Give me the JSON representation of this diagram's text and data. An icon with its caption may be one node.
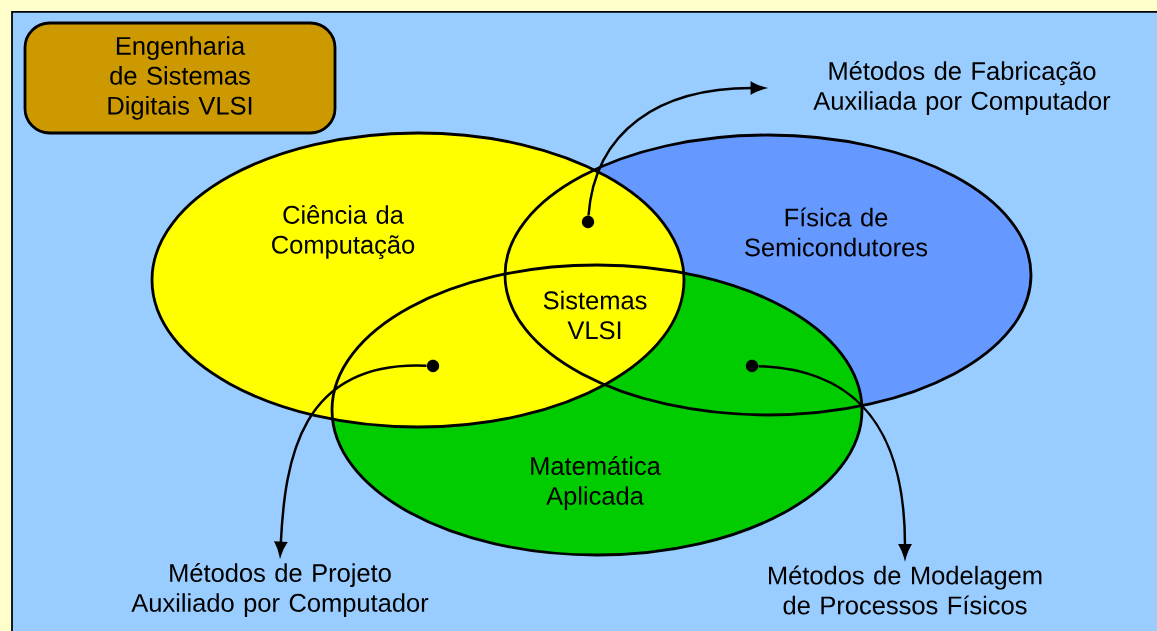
{
  "diagram": {
    "nodes": [
      {
        "text": [
          "Engenharia de Sistemas Digitais VLSI"
        ]
      },
      {
        "text": [
          "Ciência da Computação"
        ]
      },
      {
        "text": [
          "Física de Semicondutores"
        ]
      },
      {
        "text": [
          "Matemática Aplicada"
        ]
      },
      {
        "text": [
          "Métodos de Fabricação Auxiliada por Computador"
        ]
      },
      {
        "text": [
          "Métodos de Projeto Auxiliado por Computador"
        ]
      },
      {
        "text": [
          "Métodos de Modelagem de Processos Físicos"
        ]
      },
      {
        "text": [],
        "shape": "circle"
      },
      {
        "text": [],
        "shape": "circle"
      },
      {
        "text": [],
        "shape": "circle"
      }
    ],
    "edges": [
      {
        "from": 8,
        "to": 4,
        "arrow": "to"
      },
      {
        "from": 7,
        "to": 5,
        "arrow": "to"
      },
      {
        "from": 9,
        "to": 6,
        "arrow": "to"
      }
    ],
    "labels": [
      "Sistemas VLSI"
    ]
  }
}
